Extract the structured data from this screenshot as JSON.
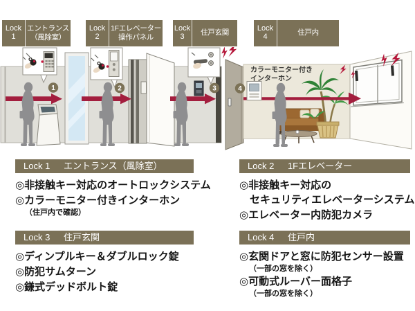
{
  "title_tags": [
    {
      "lock": "Lock",
      "num": "1",
      "name": "エントランス\n（風除室）"
    },
    {
      "lock": "Lock",
      "num": "2",
      "name": "1Fエレベーター\n操作パネル"
    },
    {
      "lock": "Lock",
      "num": "3",
      "name": "住戸玄関"
    },
    {
      "lock": "Lock",
      "num": "4",
      "name": "住戸内"
    }
  ],
  "illustration": {
    "steps": [
      "1",
      "2",
      "3",
      "4"
    ],
    "caption_line1": "カラーモニター付き",
    "caption_line2": "インターホン"
  },
  "sections": [
    {
      "id": "Lock 1",
      "title": "エントランス（風除室）",
      "items": [
        {
          "text": "◎非接触キー対応のオートロックシステム",
          "note": ""
        },
        {
          "text": "◎カラーモニター付きインターホン",
          "note": "（住戸内で確認）"
        }
      ]
    },
    {
      "id": "Lock 2",
      "title": "1Fエレベーター",
      "items": [
        {
          "text": "◎非接触キー対応の\n　セキュリティエレベーターシステム",
          "note": ""
        },
        {
          "text": "◎エレベーター内防犯カメラ",
          "note": ""
        }
      ]
    },
    {
      "id": "Lock 3",
      "title": "住戸玄関",
      "items": [
        {
          "text": "◎ディンプルキー＆ダブルロック錠",
          "note": ""
        },
        {
          "text": "◎防犯サムターン",
          "note": ""
        },
        {
          "text": "◎鎌式デッドボルト錠",
          "note": ""
        }
      ]
    },
    {
      "id": "Lock 4",
      "title": "住戸内",
      "items": [
        {
          "text": "◎玄関ドアと窓に防犯センサー設置",
          "note": "（一部の窓を除く）"
        },
        {
          "text": "◎可動式ルーバー面格子",
          "note": "（一部の窓を除く）"
        }
      ]
    }
  ],
  "colors": {
    "olive": "#7b7157",
    "crimson": "#a31e3e",
    "bolt_red": "#b5173a",
    "silhouette": "#8e8e90"
  }
}
